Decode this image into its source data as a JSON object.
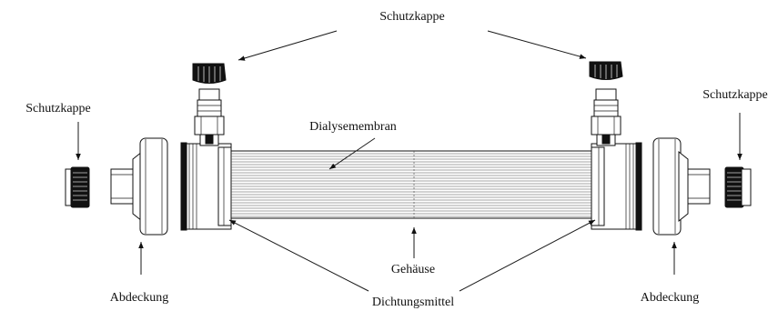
{
  "labels": {
    "cap_top": "Schutzkappe",
    "cap_left": "Schutzkappe",
    "cap_right": "Schutzkappe",
    "membrane": "Dialysemembran",
    "housing": "Gehäuse",
    "cover_left": "Abdeckung",
    "cover_right": "Abdeckung",
    "sealant": "Dichtungsmittel"
  },
  "colors": {
    "line": "#1a1a1a",
    "background": "#ffffff",
    "cap_fill": "#111111"
  }
}
